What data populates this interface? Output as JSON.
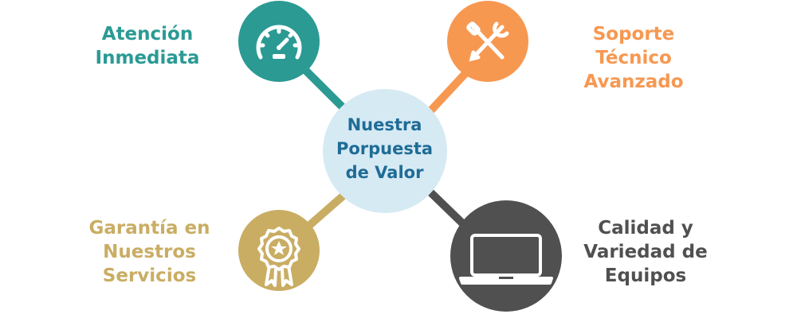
{
  "center": {
    "title": "Nuestra\nPorpuesta\nde Valor",
    "fill": "#d6eaf4",
    "text_color": "#1f6c96"
  },
  "nodes": [
    {
      "id": "tl",
      "label": "Atención\nInmediata",
      "color": "#2a9a93",
      "icon": "speedometer-icon"
    },
    {
      "id": "tr",
      "label": "Soporte\nTécnico\nAvanzado",
      "color": "#f79851",
      "icon": "tools-icon"
    },
    {
      "id": "bl",
      "label": "Garantía en\nNuestros\nServicios",
      "color": "#c9ad63",
      "icon": "award-ribbon-icon"
    },
    {
      "id": "br",
      "label": "Calidad y\nVariedad de\nEquipos",
      "color": "#505050",
      "icon": "laptop-icon"
    }
  ],
  "icon_stroke_color": "#ffffff"
}
